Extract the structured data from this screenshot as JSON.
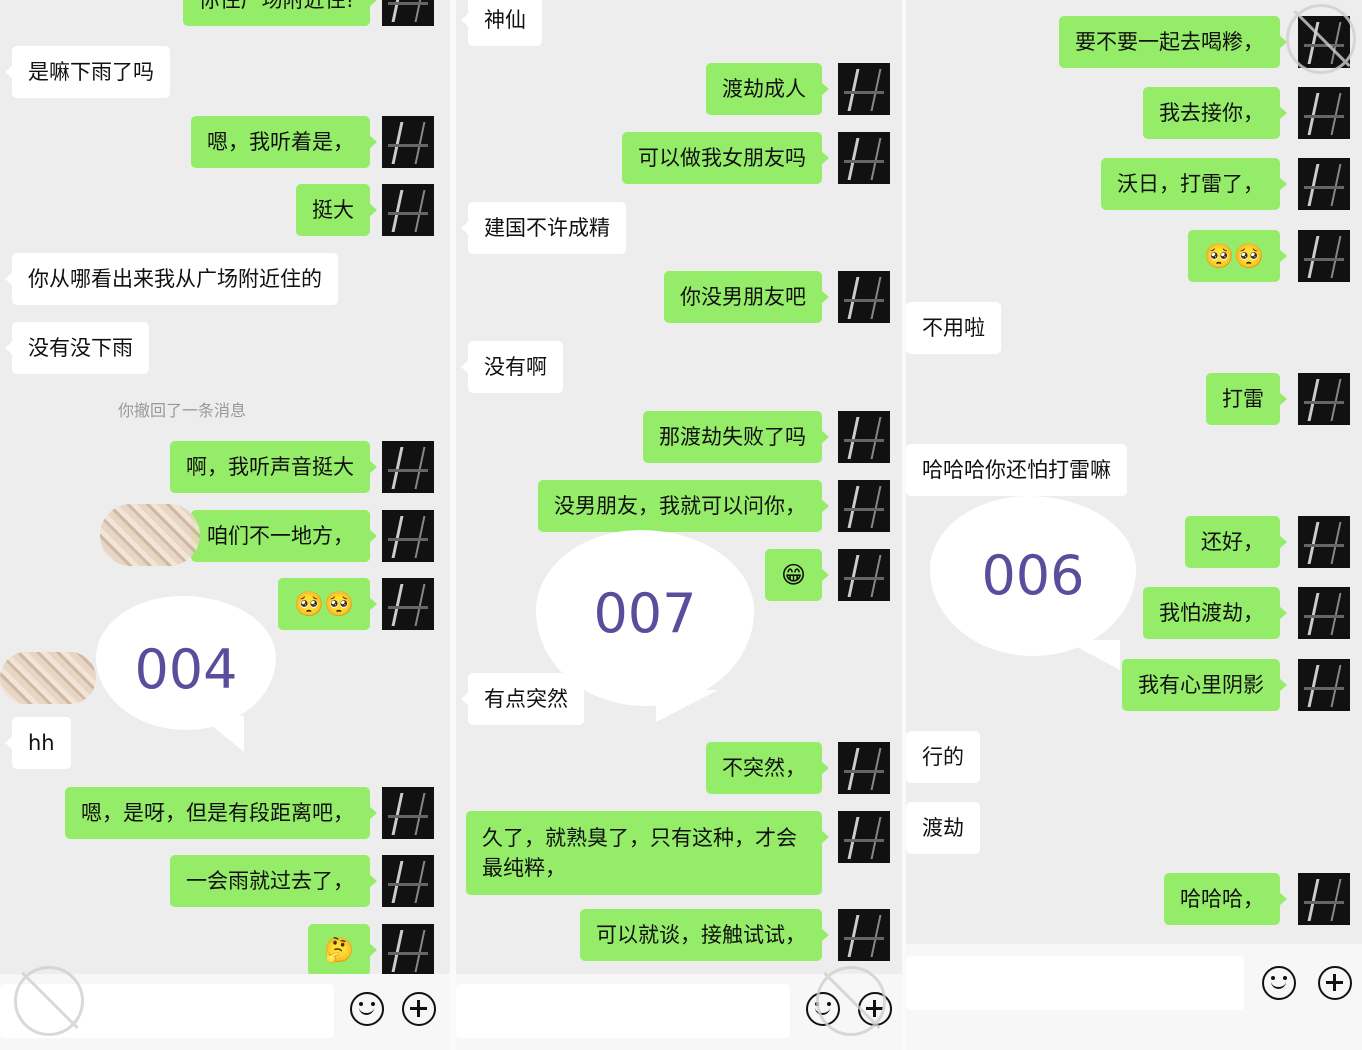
{
  "panels": [
    {
      "callout": "004",
      "recalled": "你撤回了一条消息",
      "messages": [
        {
          "side": "sent",
          "text": "你住广场附近住!"
        },
        {
          "side": "recv",
          "text": "是嘛下雨了吗"
        },
        {
          "side": "sent",
          "text": "嗯，我听着是，"
        },
        {
          "side": "sent",
          "text": "挺大"
        },
        {
          "side": "recv",
          "text": "你从哪看出来我从广场附近住的"
        },
        {
          "side": "recv",
          "text": "没有没下雨"
        },
        {
          "side": "sent",
          "text": "啊，我听声音挺大"
        },
        {
          "side": "sent",
          "text": "咱们不一地方，"
        },
        {
          "side": "sent",
          "text": "🥺🥺"
        },
        {
          "side": "recv",
          "text": "hh"
        },
        {
          "side": "sent",
          "text": "嗯，是呀，但是有段距离吧，"
        },
        {
          "side": "sent",
          "text": "一会雨就过去了，"
        },
        {
          "side": "sent",
          "text": "🤔"
        }
      ]
    },
    {
      "callout": "007",
      "messages": [
        {
          "side": "recv",
          "text": "神仙"
        },
        {
          "side": "sent",
          "text": "渡劫成人"
        },
        {
          "side": "sent",
          "text": "可以做我女朋友吗"
        },
        {
          "side": "recv",
          "text": "建国不许成精"
        },
        {
          "side": "sent",
          "text": "你没男朋友吧"
        },
        {
          "side": "recv",
          "text": "没有啊"
        },
        {
          "side": "sent",
          "text": "那渡劫失败了吗"
        },
        {
          "side": "sent",
          "text": "没男朋友，我就可以问你，"
        },
        {
          "side": "sent",
          "text": "😁"
        },
        {
          "side": "recv",
          "text": "有点突然"
        },
        {
          "side": "sent",
          "text": "不突然，"
        },
        {
          "side": "sent",
          "text": "久了，就熟臭了，只有这种，才会最纯粹，"
        },
        {
          "side": "sent",
          "text": "可以就谈，接触试试，"
        }
      ]
    },
    {
      "callout": "006",
      "messages": [
        {
          "side": "sent",
          "text": "要不要一起去喝糁，"
        },
        {
          "side": "sent",
          "text": "我去接你，"
        },
        {
          "side": "sent",
          "text": "沃日，打雷了，"
        },
        {
          "side": "sent",
          "text": "🥺🥺"
        },
        {
          "side": "recv",
          "text": "不用啦"
        },
        {
          "side": "sent",
          "text": "打雷"
        },
        {
          "side": "recv",
          "text": "哈哈哈你还怕打雷嘛"
        },
        {
          "side": "sent",
          "text": "还好，"
        },
        {
          "side": "sent",
          "text": "我怕渡劫，"
        },
        {
          "side": "sent",
          "text": "我有心里阴影"
        },
        {
          "side": "recv",
          "text": "行的"
        },
        {
          "side": "recv",
          "text": "渡劫"
        },
        {
          "side": "sent",
          "text": "哈哈哈，"
        }
      ]
    }
  ],
  "icons": {
    "emoji_button": "smiley-icon",
    "more_button": "plus-icon"
  }
}
